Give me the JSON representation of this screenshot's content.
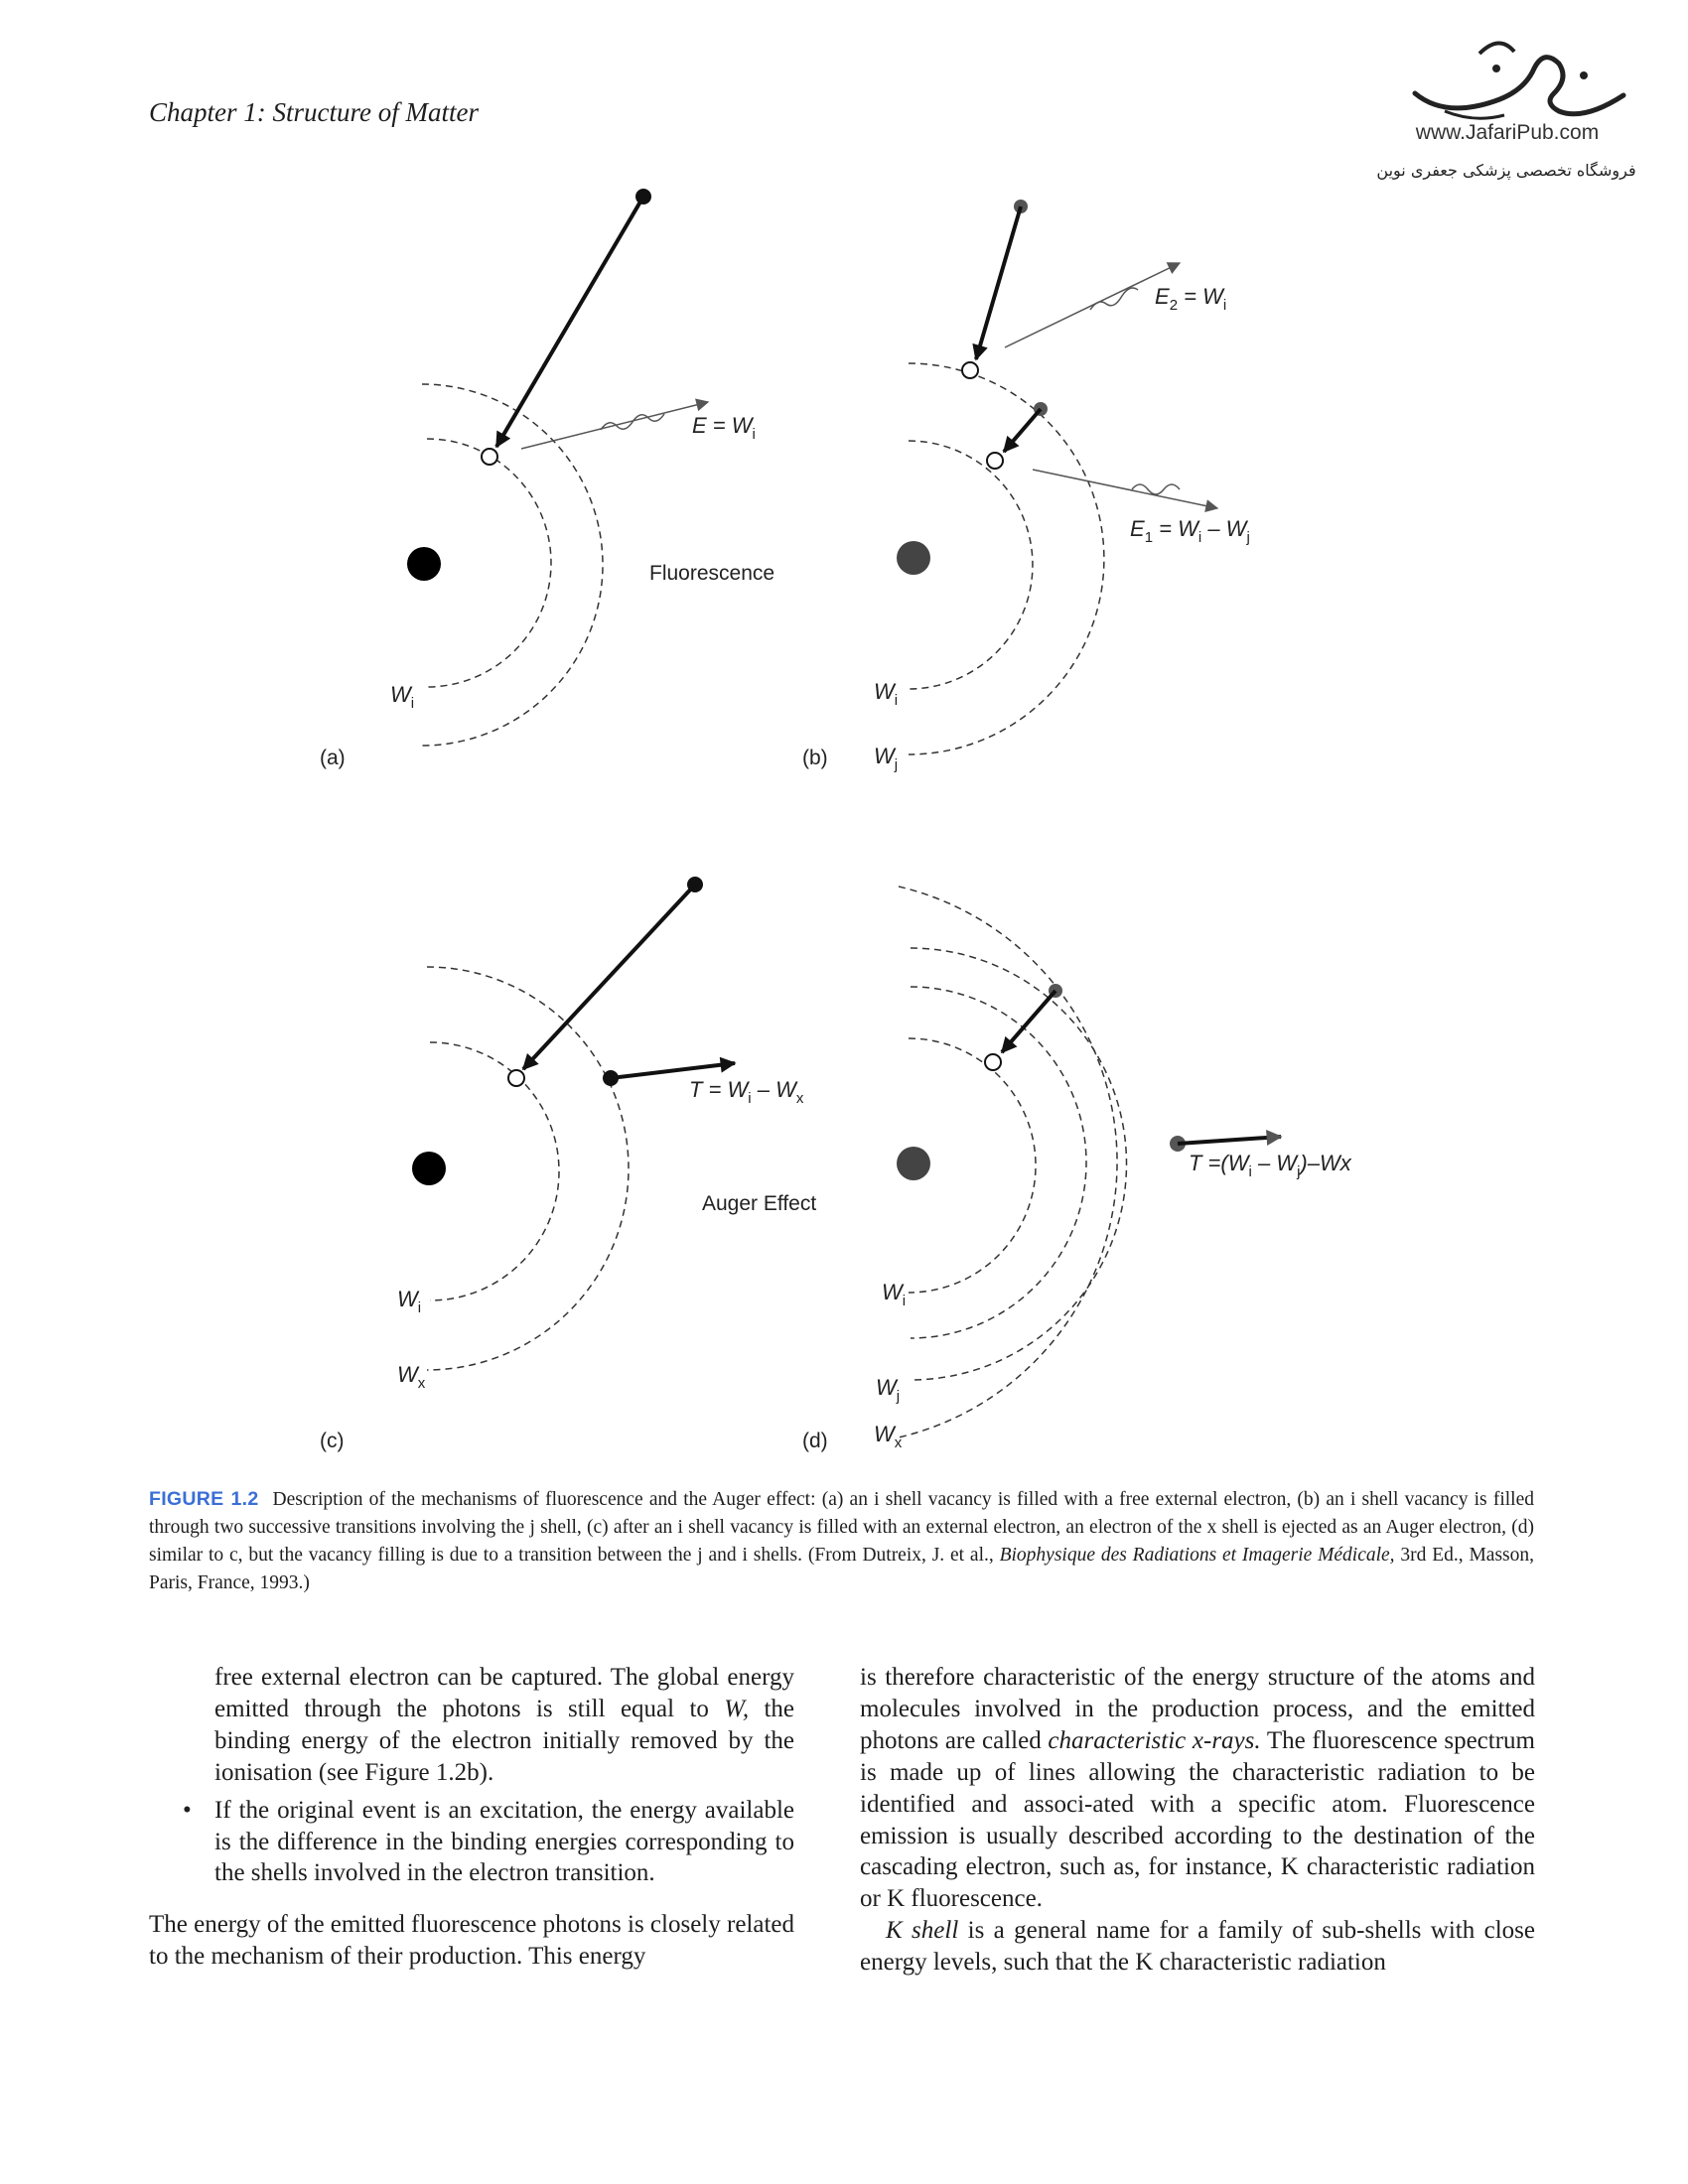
{
  "header": {
    "running_head": "Chapter 1: Structure of Matter",
    "logo_url": "www.JafariPub.com",
    "logo_tagline": "فروشگاه تخصصی پزشکی جعفری نوین"
  },
  "figure": {
    "panel_a": {
      "letter": "(a)",
      "label_energy": "E = W",
      "label_energy_sub": "i",
      "label_shell_i": "W",
      "label_shell_i_sub": "i",
      "title": "Fluorescence"
    },
    "panel_b": {
      "letter": "(b)",
      "label_e2": "E",
      "label_e2_sub": "2",
      "label_e2_rhs": " = W",
      "label_e2_rhs_sub": "i",
      "label_e1": "E",
      "label_e1_sub": "1",
      "label_e1_rhs": " = W",
      "label_e1_rhs_sub": "i",
      "label_e1_minus": " – W",
      "label_e1_minus_sub": "j",
      "label_shell_i": "W",
      "label_shell_i_sub": "i",
      "label_shell_j": "W",
      "label_shell_j_sub": "j"
    },
    "panel_c": {
      "letter": "(c)",
      "label_t": "T = W",
      "label_t_sub": "i",
      "label_t_minus": " – W",
      "label_t_minus_sub": "x",
      "title": "Auger Effect",
      "label_shell_i": "W",
      "label_shell_i_sub": "i",
      "label_shell_x": "W",
      "label_shell_x_sub": "x"
    },
    "panel_d": {
      "letter": "(d)",
      "label_t": "T =(W",
      "label_t_sub1": "i",
      "label_t_mid": " – W",
      "label_t_sub2": "j",
      "label_t_end": ")–Wx",
      "label_shell_i": "W",
      "label_shell_i_sub": "i",
      "label_shell_j": "W",
      "label_shell_j_sub": "j",
      "label_shell_x": "W",
      "label_shell_x_sub": "x"
    }
  },
  "caption": {
    "label": "FIGURE 1.2",
    "text_1": "Description of the mechanisms of fluorescence and the Auger effect: (a) an i shell vacancy is filled with a free external electron, (b) an i shell vacancy is filled through two successive transitions involving the j shell, (c) after an i shell vacancy is filled with an external electron, an electron of the x shell is ejected as an Auger electron, (d) similar to c, but the vacancy filling is due to a transition between the j and i shells. (From Dutreix, J. et al., ",
    "book_title": "Biophysique des Radiations et Imagerie Médicale,",
    "text_2": " 3rd Ed., Masson, Paris, France, 1993.)"
  },
  "body": {
    "left_p1_a": "free external electron can be captured. The global energy emitted through the photons is still equal to ",
    "left_p1_w": "W,",
    "left_p1_b": " the binding energy of the electron initially removed by the ionisation (see Figure 1.2b).",
    "bullet_symbol": "•",
    "bullet_text": "If the original event is an excitation, the energy available is the difference in the binding energies corresponding to the shells involved in the electron transition.",
    "left_p2": "The energy of the emitted fluorescence photons is closely related to the mechanism of their production. This energy",
    "right_p1_a": "is therefore characteristic of the energy structure of the atoms and molecules involved in the production process, and the emitted photons are called ",
    "right_p1_em": "characteristic x-rays.",
    "right_p1_b": " The fluorescence spectrum is made up of lines allowing the characteristic radiation to be identified and associ-ated with a specific atom. Fluorescence emission is usually described according to the destination of the cascading electron, such as, for instance, K characteristic radiation or K fluorescence.",
    "right_p2_em": "K shell",
    "right_p2": " is a general name for a family of sub-shells with close energy levels, such that the K characteristic radiation"
  }
}
